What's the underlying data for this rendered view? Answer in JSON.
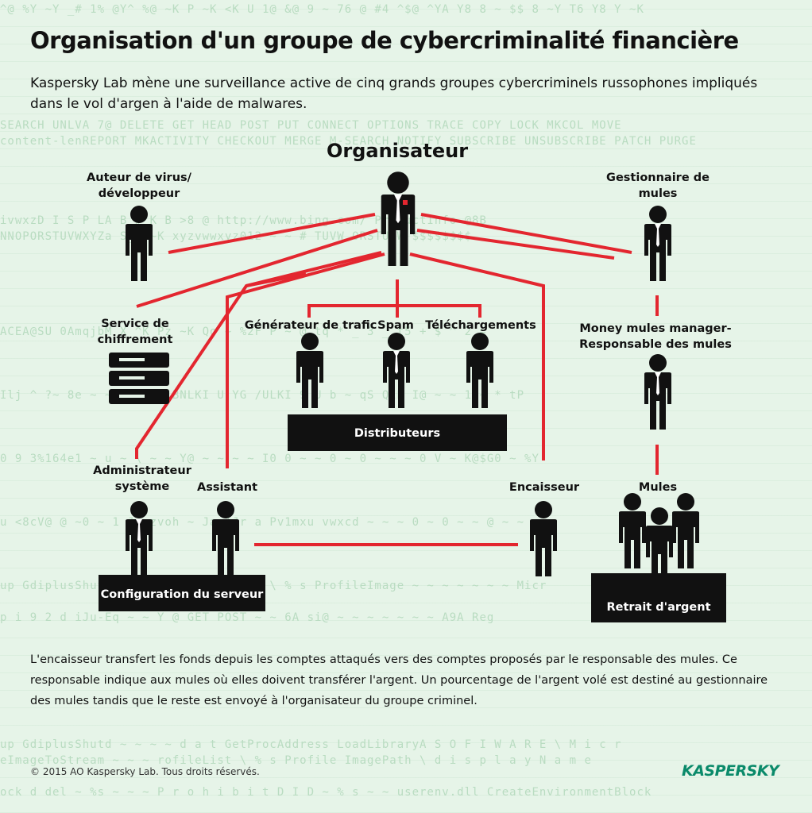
{
  "title": "Organisation d'un groupe de cybercriminalité financière",
  "subtitle": "Kaspersky Lab mène une surveillance active de cinq grands groupes cybercriminels russophones impliqués dans le vol d'argen à l'aide de malwares.",
  "roles": {
    "organisateur": "Organisateur",
    "auteur": "Auteur de virus/ développeur",
    "gestionnaire": "Gestionnaire de mules",
    "service": "Service de chiffrement",
    "generateur": "Générateur de trafic",
    "spam": "Spam",
    "telechargements": "Téléchargements",
    "money_mules_manager": "Money mules manager- Responsable des mules",
    "administrateur": "Administrateur système",
    "assistant": "Assistant",
    "encaisseur": "Encaisseur",
    "mules": "Mules"
  },
  "boxes": {
    "distributeurs": "Distributeurs",
    "configuration": "Configuration du serveur",
    "retrait": "Retrait d'argent"
  },
  "footer": "L'encaisseur transfert les fonds depuis les comptes attaqués vers des comptes proposés par le responsable des mules. Ce responsable indique aux mules où elles doivent transférer l'argent. Un pourcentage de l'argent volé est destiné au gestionnaire des mules tandis que le reste est envoyé à l'organisateur du groupe criminel.",
  "copyright": "© 2015 AO Kaspersky Lab. Tous droits réservés.",
  "logo": "KASPERSKY",
  "colors": {
    "accent": "#e3262f",
    "figure": "#111111",
    "background": "#e6f4e8"
  }
}
